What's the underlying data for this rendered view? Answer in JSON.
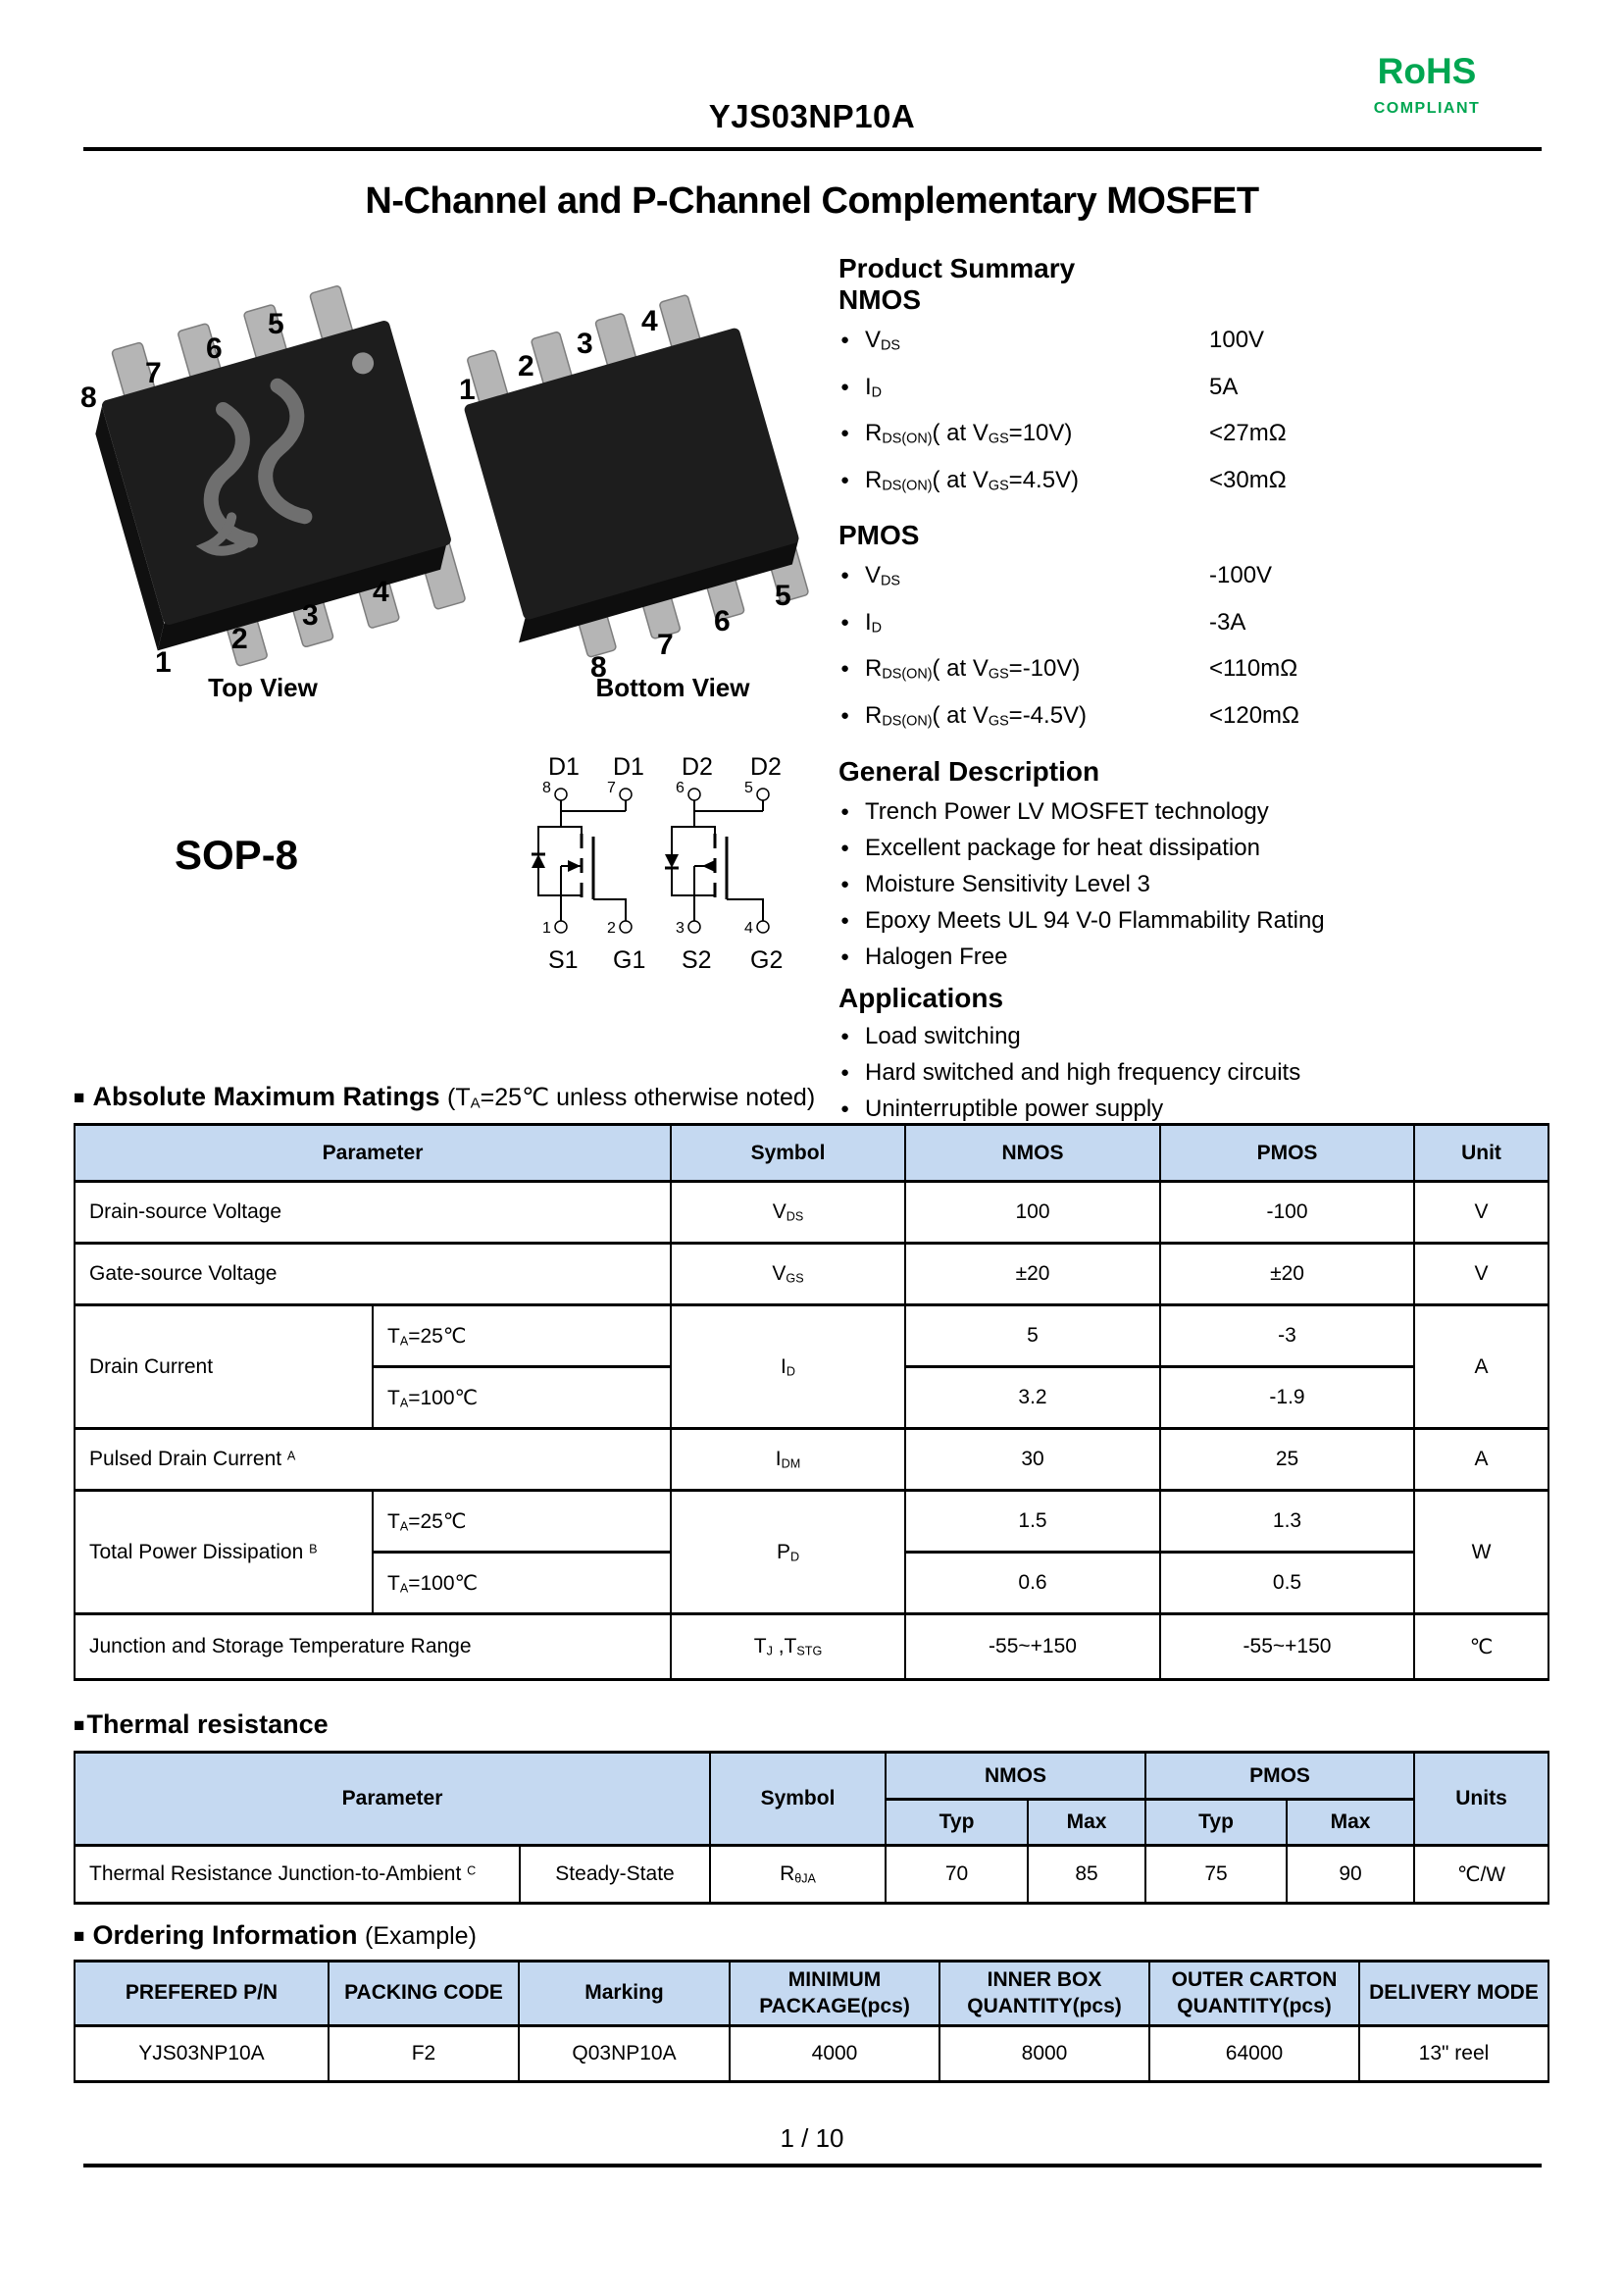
{
  "glyphs": {
    "section_square": "■",
    "bullet": "●"
  },
  "header": {
    "part_number": "YJS03NP10A",
    "rohs_title": "RoHS",
    "rohs_subtitle": "COMPLIANT",
    "rohs_color": "#00A651",
    "doc_title": "N-Channel and P-Channel Complementary MOSFET"
  },
  "package": {
    "name": "SOP-8",
    "top_view": {
      "label": "Top View",
      "pins_top": [
        "8",
        "7",
        "6",
        "5"
      ],
      "pins_bottom": [
        "1",
        "2",
        "3",
        "4"
      ]
    },
    "bottom_view": {
      "label": "Bottom View",
      "pins_top": [
        "1",
        "2",
        "3",
        "4"
      ],
      "pins_bottom": [
        "8",
        "7",
        "6",
        "5"
      ]
    },
    "schematic": {
      "top_labels": [
        "D1",
        "D1",
        "D2",
        "D2"
      ],
      "top_pins": [
        "8",
        "7",
        "6",
        "5"
      ],
      "bottom_pins": [
        "1",
        "2",
        "3",
        "4"
      ],
      "bottom_labels": [
        "S1",
        "G1",
        "S2",
        "G2"
      ]
    }
  },
  "product_summary": {
    "title": "Product Summary",
    "nmos": {
      "heading": "NMOS",
      "items": [
        {
          "label": [
            {
              "t": "V"
            },
            {
              "s": "DS"
            }
          ],
          "value": "100V"
        },
        {
          "label": [
            {
              "t": "I"
            },
            {
              "s": "D"
            }
          ],
          "value": "5A"
        },
        {
          "label": [
            {
              "t": "R"
            },
            {
              "s": "DS(ON)"
            },
            {
              "t": "( at V"
            },
            {
              "s": "GS"
            },
            {
              "t": "=10V)"
            }
          ],
          "value": "<27mΩ"
        },
        {
          "label": [
            {
              "t": "R"
            },
            {
              "s": "DS(ON)"
            },
            {
              "t": "( at V"
            },
            {
              "s": "GS"
            },
            {
              "t": "=4.5V)"
            }
          ],
          "value": "<30mΩ"
        }
      ]
    },
    "pmos": {
      "heading": "PMOS",
      "items": [
        {
          "label": [
            {
              "t": "V"
            },
            {
              "s": "DS"
            }
          ],
          "value": "-100V"
        },
        {
          "label": [
            {
              "t": "I"
            },
            {
              "s": "D"
            }
          ],
          "value": "-3A"
        },
        {
          "label": [
            {
              "t": "R"
            },
            {
              "s": "DS(ON)"
            },
            {
              "t": "( at V"
            },
            {
              "s": "GS"
            },
            {
              "t": "=-10V)"
            }
          ],
          "value": "<110mΩ"
        },
        {
          "label": [
            {
              "t": "R"
            },
            {
              "s": "DS(ON)"
            },
            {
              "t": "( at V"
            },
            {
              "s": "GS"
            },
            {
              "t": "=-4.5V)"
            }
          ],
          "value": "<120mΩ"
        }
      ]
    }
  },
  "general_description": {
    "title": "General Description",
    "items": [
      "Trench Power LV MOSFET technology",
      "Excellent package for heat dissipation",
      "Moisture Sensitivity Level 3",
      "Epoxy Meets UL 94 V-0 Flammability Rating",
      "Halogen Free"
    ]
  },
  "applications": {
    "title": "Applications",
    "items": [
      "Load switching",
      "Hard switched and high frequency circuits",
      "Uninterruptible power supply"
    ]
  },
  "abs_max": {
    "title": "Absolute Maximum Ratings",
    "note": [
      {
        "t": "(T"
      },
      {
        "s": "A"
      },
      {
        "t": "=25℃ unless otherwise noted)"
      }
    ],
    "headers": {
      "parameter": "Parameter",
      "symbol": "Symbol",
      "nmos": "NMOS",
      "pmos": "PMOS",
      "unit": "Unit"
    },
    "rows": {
      "vds": {
        "parameter": "Drain-source Voltage",
        "symbol": [
          {
            "t": "V"
          },
          {
            "s": "DS"
          }
        ],
        "nmos": "100",
        "pmos": "-100",
        "unit": "V"
      },
      "vgs": {
        "parameter": "Gate-source Voltage",
        "symbol": [
          {
            "t": "V"
          },
          {
            "s": "GS"
          }
        ],
        "nmos": "±20",
        "pmos": "±20",
        "unit": "V"
      },
      "id": {
        "parameter": "Drain Current",
        "cond1": [
          {
            "t": "T"
          },
          {
            "s": "A"
          },
          {
            "t": "=25℃"
          }
        ],
        "cond2": [
          {
            "t": "T"
          },
          {
            "s": "A"
          },
          {
            "t": "=100℃"
          }
        ],
        "symbol": [
          {
            "t": "I"
          },
          {
            "s": "D"
          }
        ],
        "nmos1": "5",
        "pmos1": "-3",
        "nmos2": "3.2",
        "pmos2": "-1.9",
        "unit": "A"
      },
      "idm": {
        "parameter": [
          {
            "t": "Pulsed Drain Current "
          },
          {
            "p": "A"
          }
        ],
        "symbol": [
          {
            "t": "I"
          },
          {
            "s": "DM"
          }
        ],
        "nmos": "30",
        "pmos": "25",
        "unit": "A"
      },
      "pd": {
        "parameter": [
          {
            "t": "Total Power Dissipation "
          },
          {
            "p": "B"
          }
        ],
        "cond1": [
          {
            "t": "T"
          },
          {
            "s": "A"
          },
          {
            "t": "=25℃"
          }
        ],
        "cond2": [
          {
            "t": "T"
          },
          {
            "s": "A"
          },
          {
            "t": "=100℃"
          }
        ],
        "symbol": [
          {
            "t": "P"
          },
          {
            "s": "D"
          }
        ],
        "nmos1": "1.5",
        "pmos1": "1.3",
        "nmos2": "0.6",
        "pmos2": "0.5",
        "unit": "W"
      },
      "tj": {
        "parameter": "Junction and Storage Temperature Range",
        "symbol": [
          {
            "t": "T"
          },
          {
            "s": "J"
          },
          {
            "t": " ,T"
          },
          {
            "s": "STG"
          }
        ],
        "nmos": "-55~+150",
        "pmos": "-55~+150",
        "unit": "℃"
      }
    }
  },
  "thermal": {
    "title": "Thermal resistance",
    "headers": {
      "parameter": "Parameter",
      "symbol": "Symbol",
      "nmos": "NMOS",
      "pmos": "PMOS",
      "units": "Units",
      "typ": "Typ",
      "max": "Max"
    },
    "row": {
      "parameter": [
        {
          "t": "Thermal Resistance Junction-to-Ambient "
        },
        {
          "p": "C"
        }
      ],
      "condition": "Steady-State",
      "symbol": [
        {
          "t": "R"
        },
        {
          "s": "θJA"
        }
      ],
      "nmos_typ": "70",
      "nmos_max": "85",
      "pmos_typ": "75",
      "pmos_max": "90",
      "units": "℃/W"
    }
  },
  "ordering": {
    "title": "Ordering Information",
    "note": "(Example)",
    "headers": [
      "PREFERED P/N",
      "PACKING CODE",
      "Marking",
      "MINIMUM PACKAGE(pcs)",
      "INNER BOX QUANTITY(pcs)",
      "OUTER CARTON QUANTITY(pcs)",
      "DELIVERY MODE"
    ],
    "row": [
      "YJS03NP10A",
      "F2",
      "Q03NP10A",
      "4000",
      "8000",
      "64000",
      "13\" reel"
    ]
  },
  "footer": {
    "page_number": "1 / 10"
  }
}
